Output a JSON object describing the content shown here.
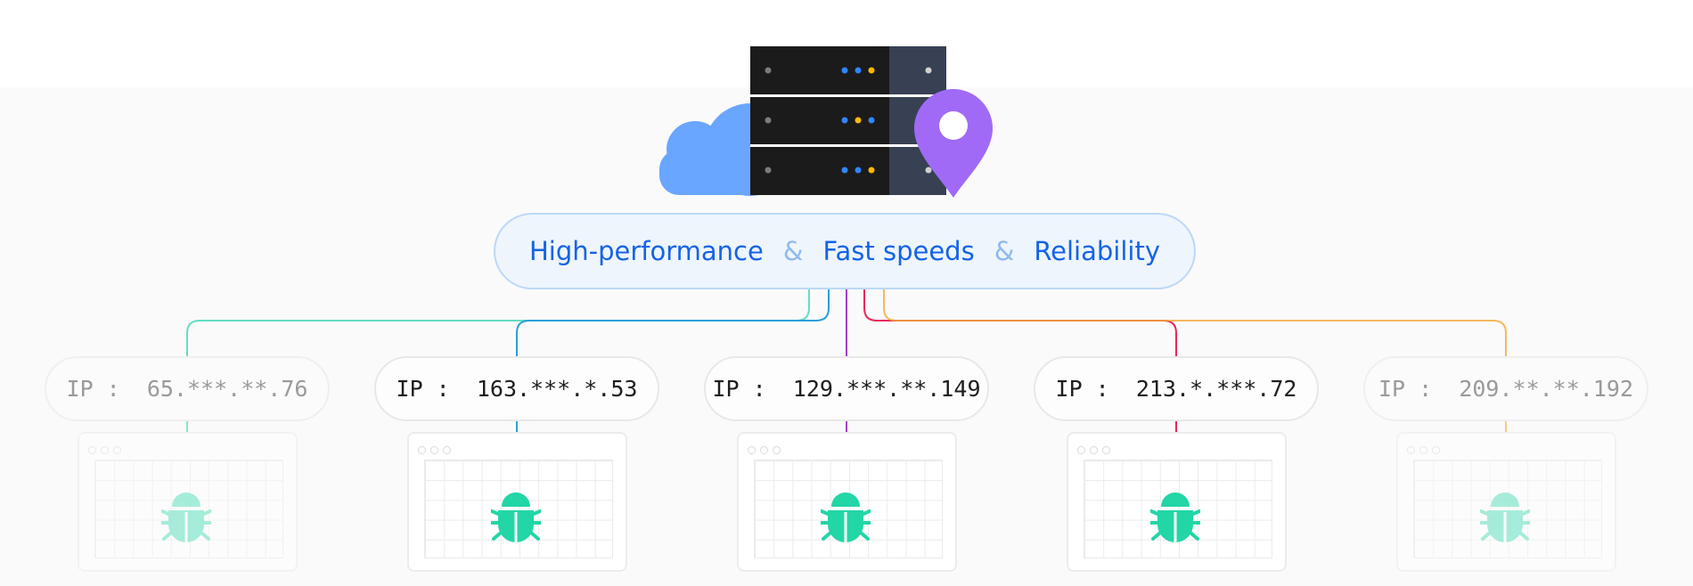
{
  "tagline": {
    "parts": [
      "High-performance",
      "Fast speeds",
      "Reliability"
    ],
    "separator": "&"
  },
  "proxies": [
    {
      "label": "IP :",
      "ip": "65.***.**.76",
      "line_color": "#3dd6b5",
      "faded": true
    },
    {
      "label": "IP :",
      "ip": "163.***.*.53",
      "line_color": "#2b9fd9",
      "faded": false
    },
    {
      "label": "IP :",
      "ip": "129.***.**.149",
      "line_color": "#a040c8",
      "faded": false
    },
    {
      "label": "IP :",
      "ip": "213.*.***.72",
      "line_color": "#e8275a",
      "faded": false
    },
    {
      "label": "IP :",
      "ip": "209.**.**.192",
      "line_color": "#f2a93b",
      "faded": true
    }
  ],
  "colors": {
    "tagline_text": "#1463e6",
    "tagline_separator": "#8fbaf0",
    "cloud": "#69a6ff",
    "server_body": "#1b1b1b",
    "server_panel": "#374153",
    "location_pin": "#a06af7",
    "bug": "#22d6a6"
  },
  "icons": {
    "hero": [
      "cloud-icon",
      "server-rack-icon",
      "location-pin-icon"
    ],
    "window": "bug-icon"
  }
}
